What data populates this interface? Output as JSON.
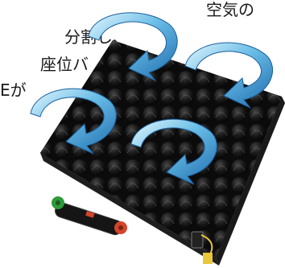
{
  "caption": {
    "lines": [
      "空気の",
      "分割し、",
      "座位バ",
      "Eが"
    ]
  },
  "colors": {
    "cushion": "#111111",
    "cell_highlight": "#3a3a3a",
    "arrow_light": "#cfeefa",
    "arrow_mid": "#5fb6e2",
    "arrow_dark": "#1f6fb3",
    "valve_green": "#2e9a3a",
    "valve_red": "#d4452a",
    "tag_yellow": "#e9c63a"
  },
  "icons": [
    "circular-arrow-icon",
    "air-valve-icon",
    "pressure-tag-icon"
  ]
}
